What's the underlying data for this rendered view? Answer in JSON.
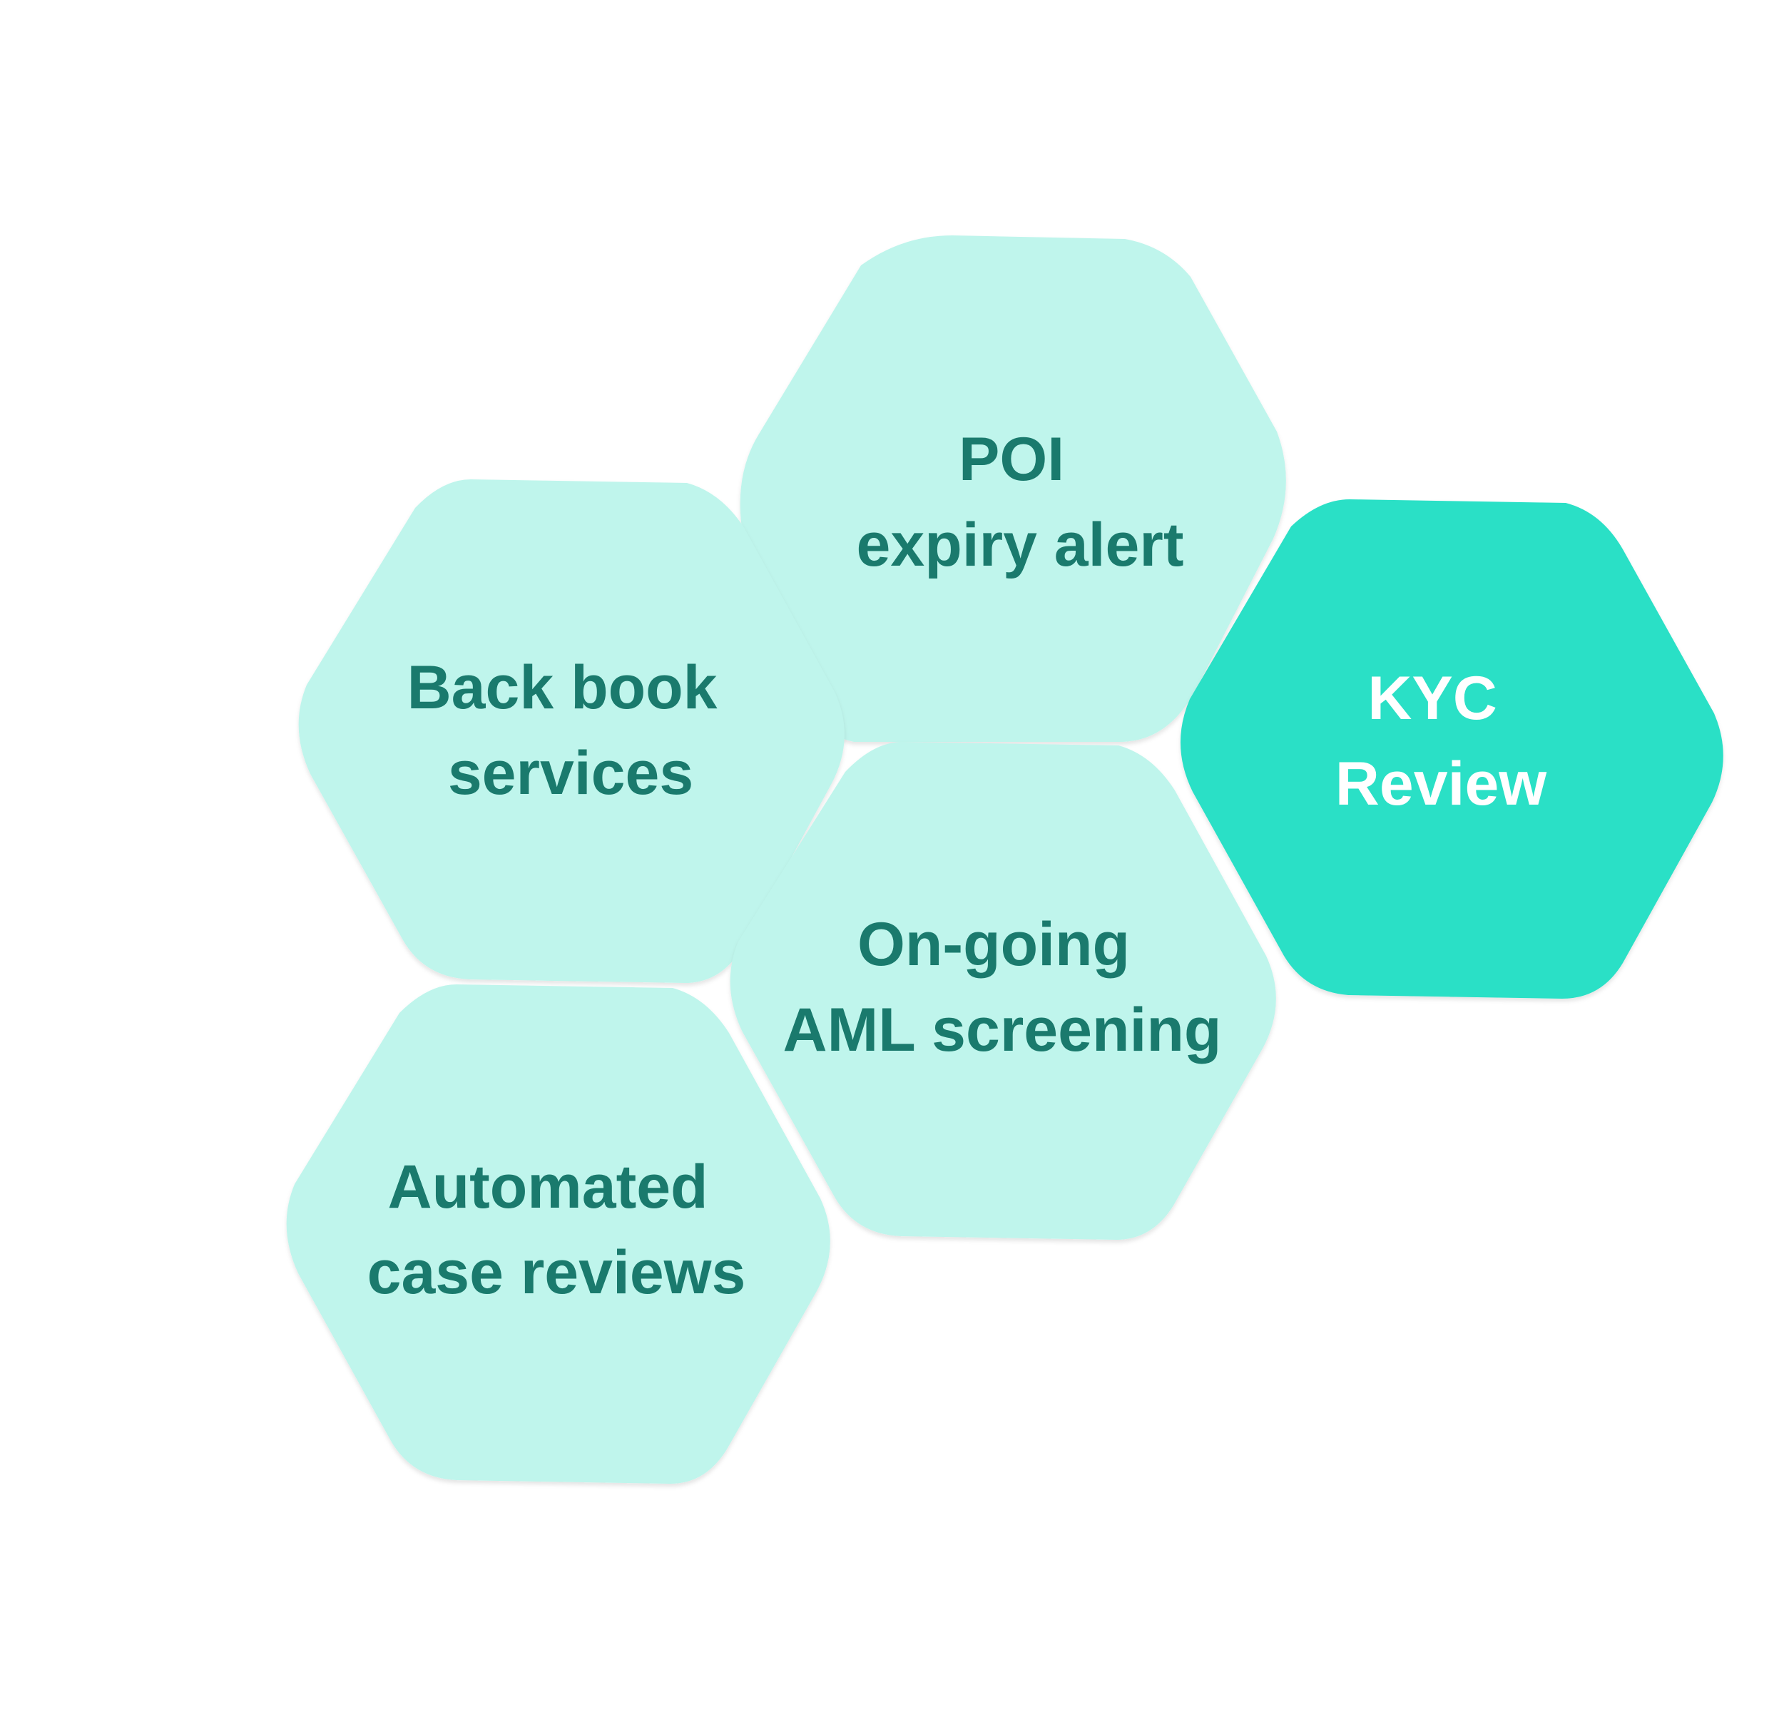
{
  "colors": {
    "light_fill": "#bff5ec",
    "accent_fill": "#2ce0c6",
    "dark_text": "#1a7a6d",
    "light_text": "#ffffff"
  },
  "hexagons": [
    {
      "id": "poi-expiry-alert",
      "lines": [
        "POI",
        "expiry alert"
      ],
      "highlighted": false
    },
    {
      "id": "back-book-services",
      "lines": [
        "Back book",
        "services"
      ],
      "highlighted": false
    },
    {
      "id": "kyc-review",
      "lines": [
        "KYC",
        "Review"
      ],
      "highlighted": true
    },
    {
      "id": "ongoing-aml-screening",
      "lines": [
        "On-going",
        "AML screening"
      ],
      "highlighted": false
    },
    {
      "id": "automated-case-reviews",
      "lines": [
        "Automated",
        "case reviews"
      ],
      "highlighted": false
    }
  ]
}
